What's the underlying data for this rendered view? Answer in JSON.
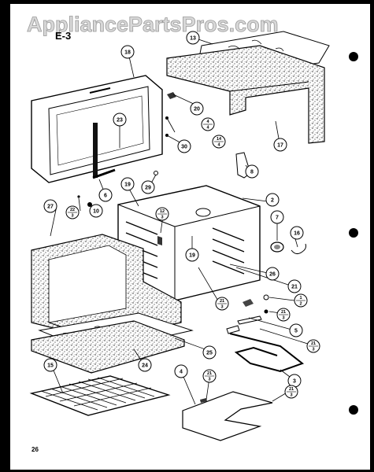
{
  "watermark": "AppliancePartsPros.com",
  "diagram_code": "E-3",
  "page_number": "26",
  "callouts": [
    {
      "id": "c13",
      "label": "13"
    },
    {
      "id": "c18",
      "label": "18"
    },
    {
      "id": "c17",
      "label": "17"
    },
    {
      "id": "c20",
      "label": "20"
    },
    {
      "id": "c23",
      "label": "23"
    },
    {
      "id": "c30",
      "label": "30"
    },
    {
      "id": "c8",
      "label": "8"
    },
    {
      "id": "c6",
      "label": "6"
    },
    {
      "id": "c29",
      "label": "29"
    },
    {
      "id": "c19a",
      "label": "19"
    },
    {
      "id": "c2",
      "label": "2"
    },
    {
      "id": "c27",
      "label": "27"
    },
    {
      "id": "c10",
      "label": "10"
    },
    {
      "id": "c7",
      "label": "7"
    },
    {
      "id": "c16",
      "label": "16"
    },
    {
      "id": "c19b",
      "label": "19"
    },
    {
      "id": "c26",
      "label": "26"
    },
    {
      "id": "c21",
      "label": "21"
    },
    {
      "id": "c5",
      "label": "5"
    },
    {
      "id": "c25",
      "label": "25"
    },
    {
      "id": "c15",
      "label": "15"
    },
    {
      "id": "c24",
      "label": "24"
    },
    {
      "id": "c3",
      "label": "3"
    },
    {
      "id": "c4",
      "label": "4"
    }
  ],
  "fraction_callouts": [
    {
      "id": "f4_4",
      "num": "4",
      "den": "4"
    },
    {
      "id": "f14_4",
      "num": "14",
      "den": "4"
    },
    {
      "id": "f22_3",
      "num": "22",
      "den": "3"
    },
    {
      "id": "f12_3",
      "num": "12",
      "den": "3"
    },
    {
      "id": "f21_3a",
      "num": "21",
      "den": "3"
    },
    {
      "id": "f1_2",
      "num": "1",
      "den": "2"
    },
    {
      "id": "f21_3b",
      "num": "21",
      "den": "3"
    },
    {
      "id": "f21_3c",
      "num": "21",
      "den": "3"
    },
    {
      "id": "f21_3d",
      "num": "21",
      "den": "3"
    },
    {
      "id": "f21_3e",
      "num": "21",
      "den": "3"
    }
  ]
}
